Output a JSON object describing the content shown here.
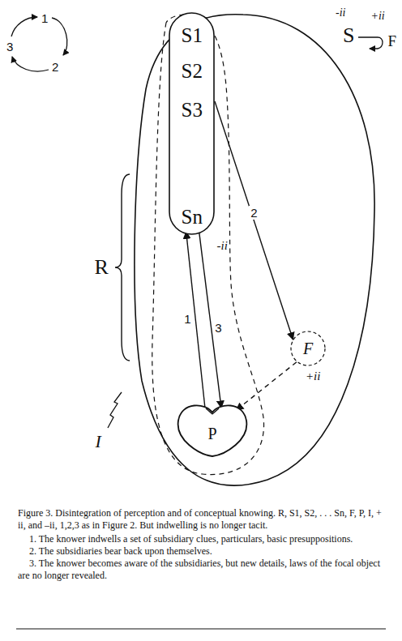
{
  "diagram": {
    "caption": "Figure 3. Disintegration of perception and of conceptual knowing. R, S1, S2, . . . Sn, F, P, I, + ii, and –ii, 1,2,3 as in Figure 2. But indwelling is no longer tacit.",
    "nodes": [
      {
        "text": [
          "S1",
          "S2",
          "S3",
          "Sn"
        ]
      },
      {
        "text": [
          "F"
        ]
      },
      {
        "text": [
          "P"
        ]
      }
    ],
    "edges": [
      {
        "from": 2,
        "to": 0,
        "arrow": "to",
        "label": "1"
      },
      {
        "from": 0,
        "to": 1,
        "arrow": "to",
        "label": "2"
      },
      {
        "from": 0,
        "to": 2,
        "arrow": "to",
        "label": "3"
      },
      {
        "from": 1,
        "to": 2,
        "arrow": "to"
      }
    ],
    "labels": [
      "1",
      "3",
      "2",
      "-ii",
      "S",
      "+ii",
      "F",
      "R",
      "-ii",
      "+ii",
      "I",
      "1. The knower indwells a set of subsidiary clues, particulars, basic presuppositions.",
      "2. The subsidiaries bear back upon themselves.",
      "3. The knower becomes aware of the subsidiaries, but new details, laws of the focal object are no longer revealed."
    ]
  }
}
